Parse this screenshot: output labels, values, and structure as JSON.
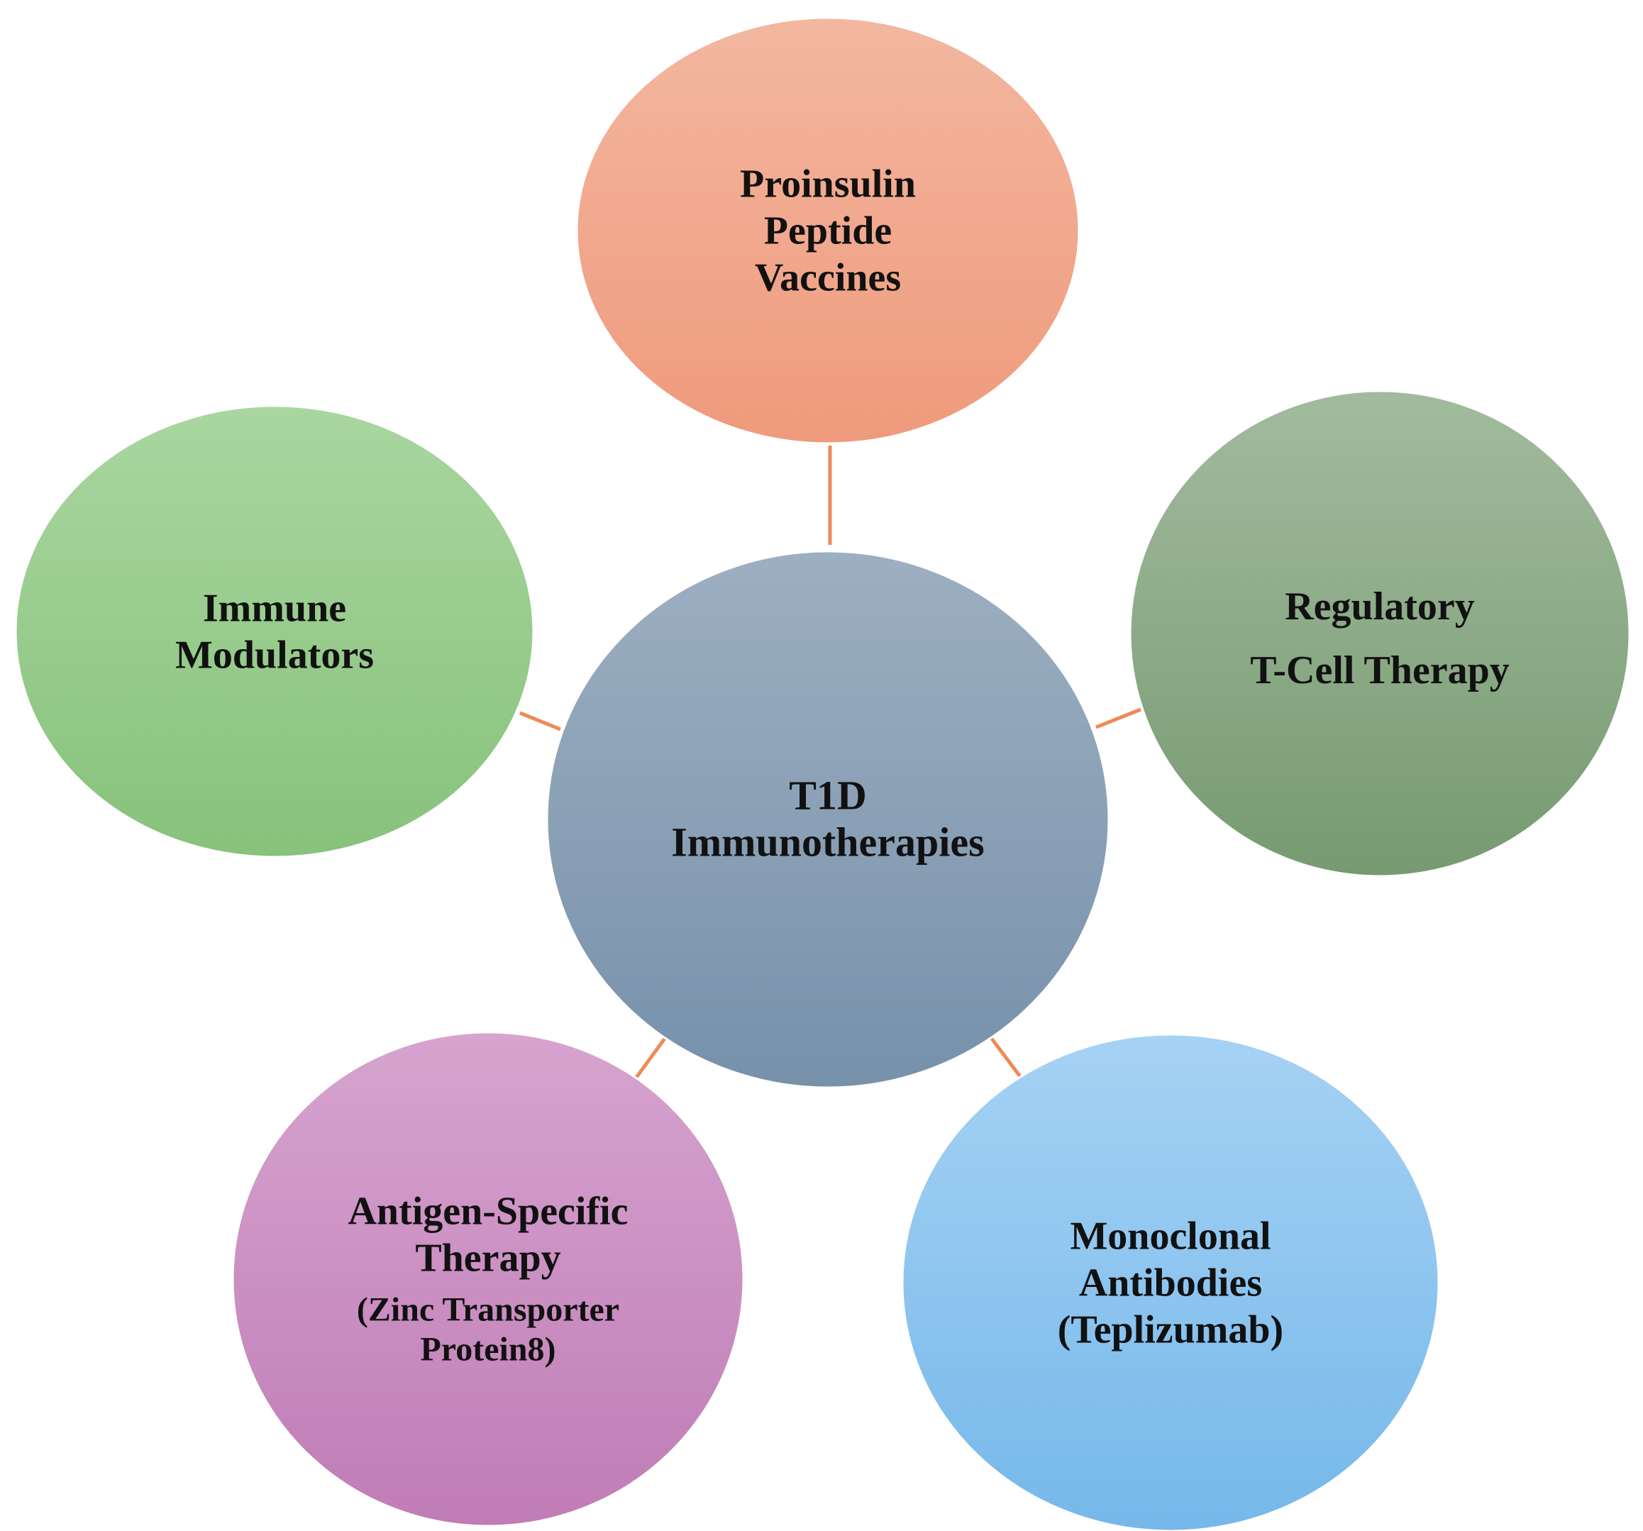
{
  "diagram": {
    "center": {
      "lines": [
        "T1D",
        "Immunotherapies"
      ],
      "color_top": "#9dafc1",
      "color_bottom": "#7791ab"
    },
    "connector_color": "#ee8a55",
    "nodes": [
      {
        "id": "proinsulin-peptide-vaccines",
        "lines": [
          "Proinsulin",
          "Peptide",
          "Vaccines"
        ],
        "note": [],
        "color_top": "#f3b7a0",
        "color_bottom": "#ef9a7c"
      },
      {
        "id": "regulatory-t-cell-therapy",
        "lines": [
          "Regulatory",
          "T-Cell Therapy"
        ],
        "note": [],
        "color_top": "#a2bb9e",
        "color_bottom": "#779a71"
      },
      {
        "id": "monoclonal-antibodies",
        "lines": [
          "Monoclonal",
          "Antibodies",
          "(Teplizumab)"
        ],
        "note": [],
        "color_top": "#a6d2f4",
        "color_bottom": "#75b8ea"
      },
      {
        "id": "antigen-specific-therapy",
        "lines": [
          "Antigen-Specific",
          "Therapy"
        ],
        "note": [
          "(Zinc Transporter",
          "Protein8)"
        ],
        "color_top": "#d6a4cf",
        "color_bottom": "#c07cb6"
      },
      {
        "id": "immune-modulators",
        "lines": [
          "Immune",
          "Modulators"
        ],
        "note": [],
        "color_top": "#a9d6a0",
        "color_bottom": "#87c27b"
      }
    ]
  }
}
